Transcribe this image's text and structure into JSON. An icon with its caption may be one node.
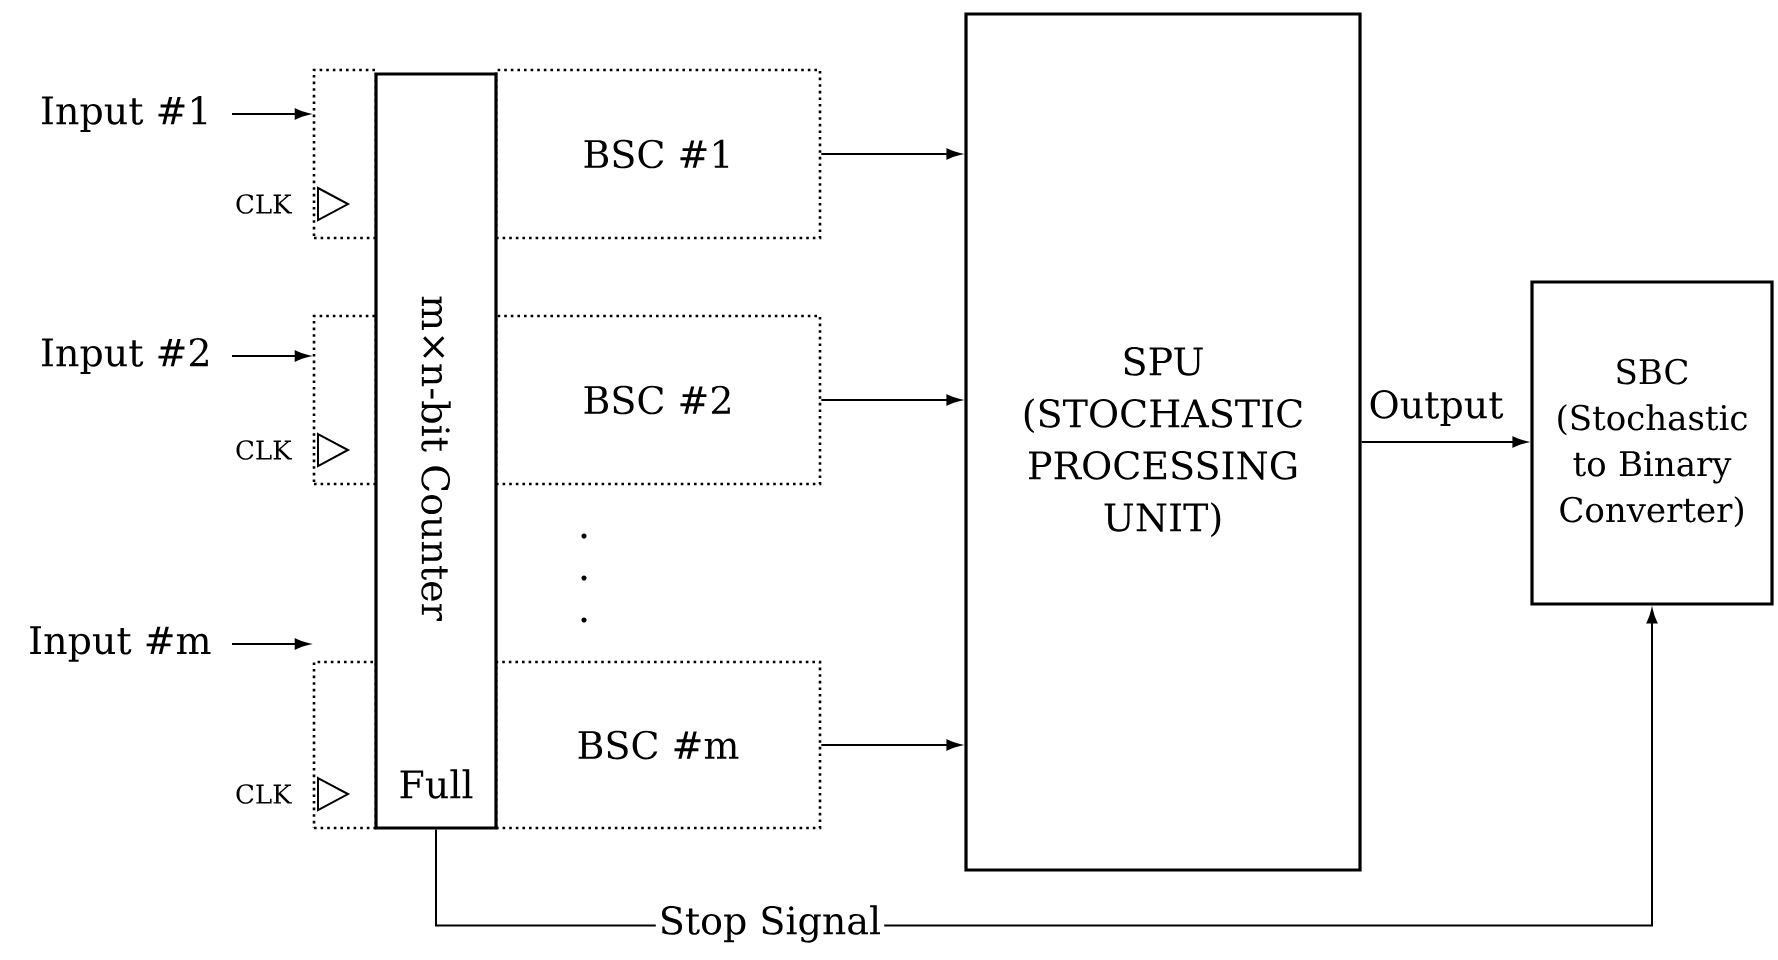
{
  "diagram": {
    "nodes": [
      {
        "text": [
          "Input #1"
        ]
      },
      {
        "text": [
          "BSC #1"
        ]
      },
      {
        "text": [
          "Input #2"
        ]
      },
      {
        "text": [
          "BSC #2"
        ]
      },
      {
        "text": [
          "Input #m"
        ]
      },
      {
        "text": [
          "BSC #m"
        ]
      },
      {
        "text": [
          "m×n-bit Counter",
          "Full"
        ]
      },
      {
        "text": [
          "SPU",
          "(STOCHASTIC PROCESSING UNIT)"
        ]
      },
      {
        "text": [
          "SBC",
          "(Stochastic to Binary Converter)"
        ]
      },
      {
        "text": [],
        "shape": "box",
        "beside": [
          "CLK"
        ]
      },
      {
        "text": [],
        "shape": "box",
        "beside": [
          "CLK"
        ]
      },
      {
        "text": [],
        "shape": "box",
        "beside": [
          "CLK"
        ]
      }
    ],
    "edges": [
      {
        "from": 0,
        "to": 9,
        "arrow": "to"
      },
      {
        "from": 2,
        "to": 10,
        "arrow": "to"
      },
      {
        "from": 4,
        "to": 11,
        "arrow": "to"
      },
      {
        "from": 1,
        "to": 7,
        "arrow": "to"
      },
      {
        "from": 3,
        "to": 7,
        "arrow": "to"
      },
      {
        "from": 5,
        "to": 7,
        "arrow": "to"
      },
      {
        "from": 7,
        "to": 8,
        "arrow": "to",
        "label": "Output"
      },
      {
        "from": 6,
        "to": 8,
        "arrow": "to",
        "label": "Stop Signal"
      }
    ]
  }
}
